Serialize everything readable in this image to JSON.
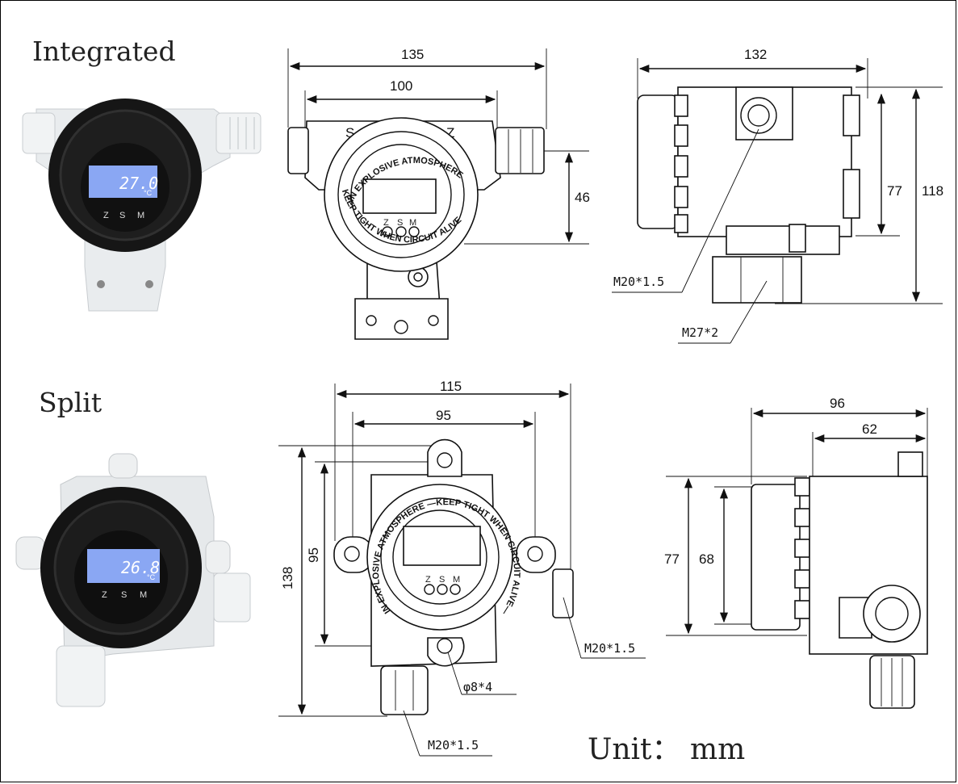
{
  "sections": {
    "integrated": "Integrated",
    "split": "Split"
  },
  "unit": "Unit： mm",
  "integrated": {
    "front": {
      "width_outer": "135",
      "width_inner": "100",
      "height_small": "46",
      "ring_top": "IN EXPLOSIVE ATMOSPHERE",
      "ring_bottom": "KEEP TIGHT WHEN CIRCUIT ALIVE",
      "letter_s": "S",
      "letter_z": "Z",
      "keys": [
        "Z",
        "S",
        "M"
      ]
    },
    "side": {
      "width": "132",
      "height_inner": "77",
      "height_outer": "118",
      "thread1": "M20*1.5",
      "thread2": "M27*2"
    },
    "photo": {
      "reading": "27.0",
      "unit_symbol": "°C",
      "keys": [
        "Z",
        "S",
        "M"
      ]
    }
  },
  "split": {
    "front": {
      "width_outer": "115",
      "width_inner": "95",
      "height_outer": "138",
      "height_inner": "95",
      "thread_side": "M20*1.5",
      "hole": "φ8*4",
      "thread_bottom": "M20*1.5",
      "ring_text": "IN EXPLOSIVE ATMOSPHERE —KEEP TIGHT WHEN CIRCUIT ALIVE—",
      "keys": [
        "Z",
        "S",
        "M"
      ]
    },
    "side": {
      "width_outer": "96",
      "width_inner": "62",
      "height_outer": "77",
      "height_inner": "68"
    },
    "photo": {
      "reading": "26.8",
      "unit_symbol": "°C",
      "keys": [
        "Z",
        "S",
        "M"
      ]
    }
  }
}
